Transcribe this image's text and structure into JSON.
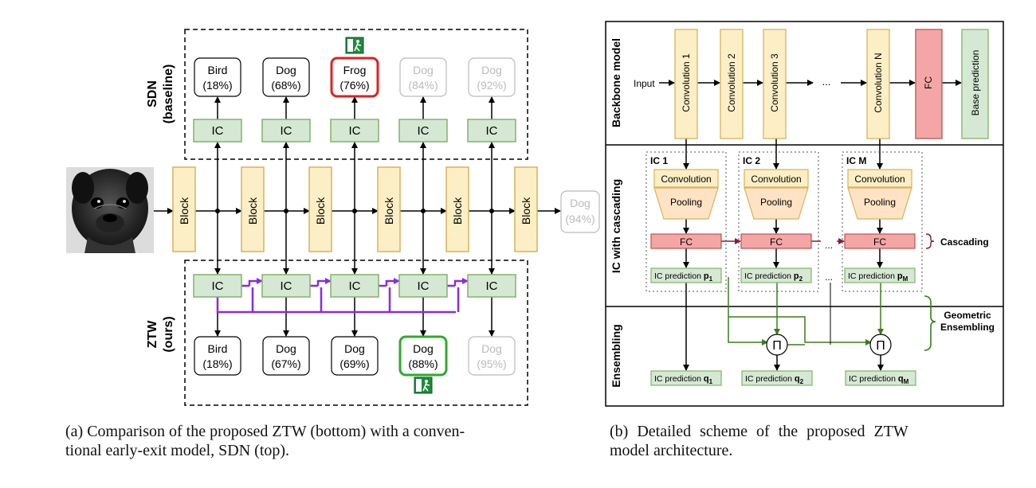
{
  "left": {
    "sdn_label": "SDN",
    "sdn_sub": "(baseline)",
    "ztw_label": "ZTW",
    "ztw_sub": "(ours)",
    "block_label": "Block",
    "ic_label": "IC",
    "final_pred": {
      "cls": "Dog",
      "pct": "(94%)"
    },
    "sdn_preds": [
      {
        "cls": "Bird",
        "pct": "(18%)"
      },
      {
        "cls": "Dog",
        "pct": "(68%)"
      },
      {
        "cls": "Frog",
        "pct": "(76%)"
      },
      {
        "cls": "Dog",
        "pct": "(84%)"
      },
      {
        "cls": "Dog",
        "pct": "(92%)"
      }
    ],
    "ztw_preds": [
      {
        "cls": "Bird",
        "pct": "(18%)"
      },
      {
        "cls": "Dog",
        "pct": "(67%)"
      },
      {
        "cls": "Dog",
        "pct": "(69%)"
      },
      {
        "cls": "Dog",
        "pct": "(88%)"
      },
      {
        "cls": "Dog",
        "pct": "(95%)"
      }
    ]
  },
  "right": {
    "sections": [
      "Backbone model",
      "IC with cascading",
      "Ensembling"
    ],
    "input_label": "Input",
    "convs": [
      "Convolution 1",
      "Convolution 2",
      "Convolution 3",
      "Convolution N"
    ],
    "dots": "...",
    "fc_label": "FC",
    "base_pred": "Base prediction",
    "ic_headers": [
      "IC 1",
      "IC 2",
      "IC M"
    ],
    "conv_label": "Convolution",
    "pool_label": "Pooling",
    "cascading_label": "Cascading",
    "ic_pred_prefix": "IC prediction",
    "p_labels": [
      "p",
      "p",
      "p"
    ],
    "p_subs": [
      "1",
      "2",
      "M"
    ],
    "q_labels": [
      "q",
      "q",
      "q"
    ],
    "q_subs": [
      "1",
      "2",
      "M"
    ],
    "prod_symbol": "Π",
    "geo_label_1": "Geometric",
    "geo_label_2": "Ensembling"
  },
  "captions": {
    "a": "(a) Comparison of the proposed ZTW (bottom) with a conven- tional early-exit model, SDN (top).",
    "a_line1": "(a) Comparison of the proposed ZTW (bottom) with a conven-",
    "a_line2": "tional early-exit model, SDN (top).",
    "b": "(b) Detailed scheme of the proposed ZTW model architecture.",
    "b_line1": "(b) Detailed scheme of the proposed ZTW",
    "b_line2": "model architecture."
  },
  "colors": {
    "block_fill": "#fcefc6",
    "block_stroke": "#d8b25c",
    "ic_fill": "#d5e8d4",
    "ic_stroke": "#82b366",
    "fc_fill": "#f4a6a6",
    "fc_stroke": "#b85450",
    "frog_border": "#e02020",
    "green_border": "#2eaa2e",
    "purple": "#8a2be2",
    "ensemble_green": "#3a7d1c",
    "cascade": "#8b1c3c",
    "faded": "#bbbbbb"
  }
}
